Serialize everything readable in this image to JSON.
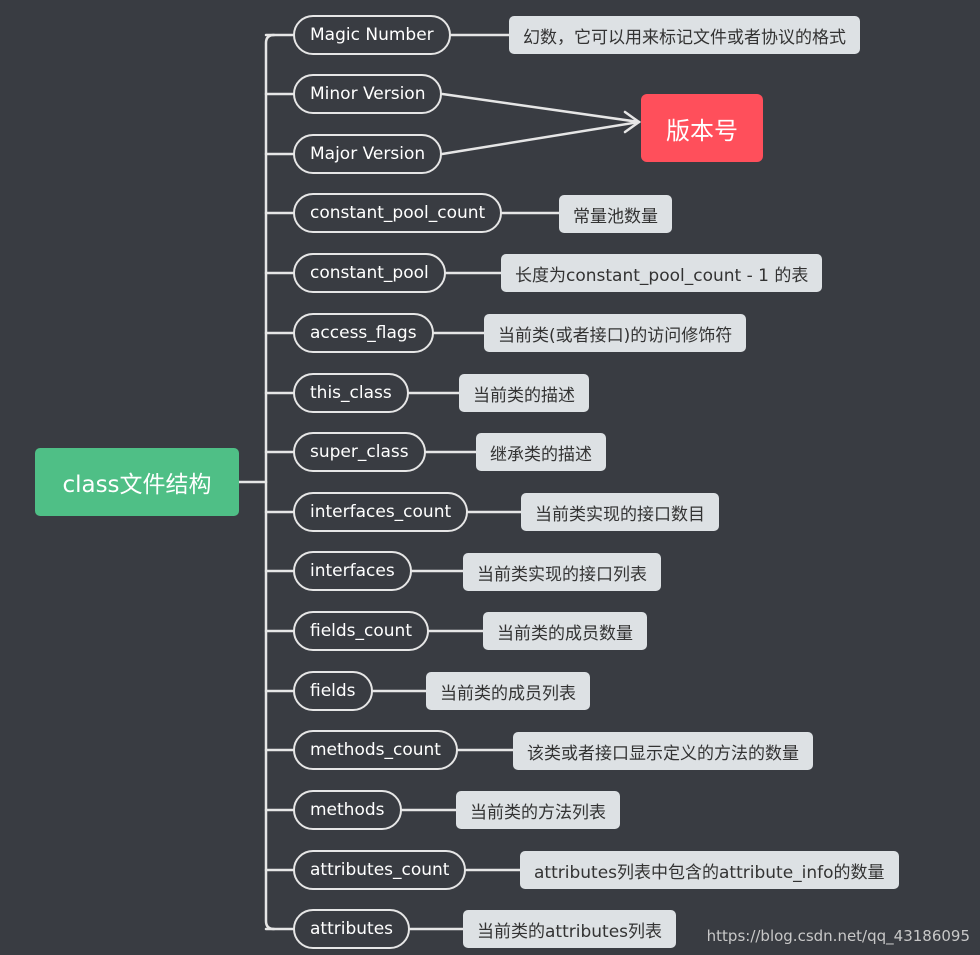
{
  "root": {
    "label": "class文件结构"
  },
  "version_label": "版本号",
  "items": [
    {
      "label": "Magic Number",
      "note": "幻数，它可以用来标记文件或者协议的格式"
    },
    {
      "label": "Minor Version",
      "note": ""
    },
    {
      "label": "Major Version",
      "note": ""
    },
    {
      "label": "constant_pool_count",
      "note": "常量池数量"
    },
    {
      "label": "constant_pool",
      "note": "长度为constant_pool_count - 1 的表"
    },
    {
      "label": "access_flags",
      "note": "当前类(或者接口)的访问修饰符"
    },
    {
      "label": "this_class",
      "note": "当前类的描述"
    },
    {
      "label": "super_class",
      "note": "继承类的描述"
    },
    {
      "label": "interfaces_count",
      "note": "当前类实现的接口数目"
    },
    {
      "label": "interfaces",
      "note": "当前类实现的接口列表"
    },
    {
      "label": "fields_count",
      "note": "当前类的成员数量"
    },
    {
      "label": "fields",
      "note": "当前类的成员列表"
    },
    {
      "label": "methods_count",
      "note": "该类或者接口显示定义的方法的数量"
    },
    {
      "label": "methods",
      "note": "当前类的方法列表"
    },
    {
      "label": "attributes_count",
      "note": "attributes列表中包含的attribute_info的数量"
    },
    {
      "label": "attributes",
      "note": "当前类的attributes列表"
    }
  ],
  "watermark": "https://blog.csdn.net/qq_43186095",
  "colors": {
    "background": "#393c42",
    "root": "#4fbf86",
    "version": "#ff4f5b",
    "note": "#dde1e4",
    "line": "#e6e6e6"
  }
}
